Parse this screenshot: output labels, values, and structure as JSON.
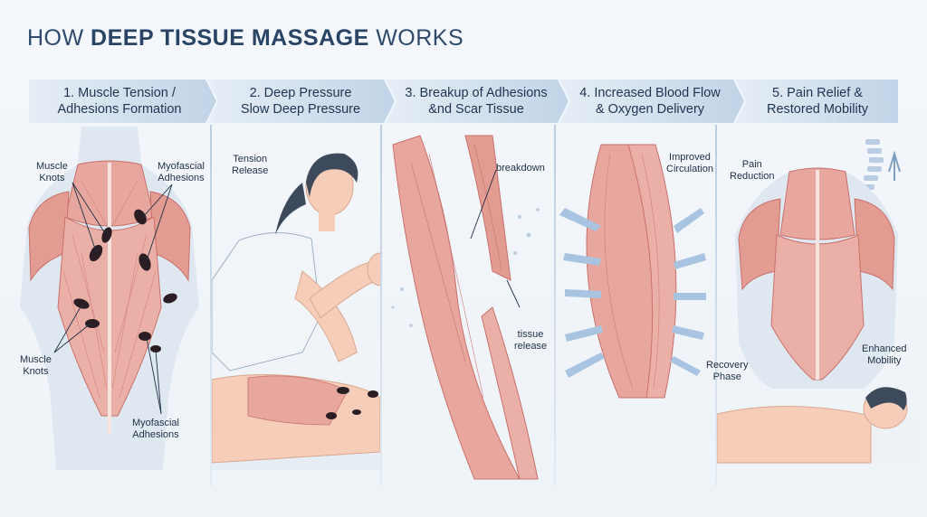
{
  "title": {
    "prefix": "HOW ",
    "bold": "DEEP TISSUE MASSAGE",
    "suffix": " WORKS"
  },
  "steps": [
    {
      "label": "1. Muscle Tension /\nAdhesions Formation"
    },
    {
      "label": "2. Deep Pressure\nSlow Deep Pressure"
    },
    {
      "label": "3. Breakup of Adhesions\n&nd Scar Tissue"
    },
    {
      "label": "4. Increased Blood Flow\n& Oxygen Delivery"
    },
    {
      "label": "5. Pain Relief &\nRestored Mobility"
    }
  ],
  "panel1": {
    "labels": [
      "Muscle\nKnots",
      "Myofascial\nAdhesions",
      "Muscle\nKnots",
      "Myofascial\nAdhesions"
    ]
  },
  "panel2": {
    "labels": [
      "Tension\nRelease"
    ]
  },
  "panel3": {
    "labels": [
      "breakdown",
      "tissue\nrelease"
    ]
  },
  "panel4": {
    "labels": [
      "Improved\nCirculation"
    ]
  },
  "panel5": {
    "labels": [
      "Pain\nReduction",
      "Recovery\nPhase",
      "Enhanced\nMobility"
    ]
  },
  "colors": {
    "banner_light": "#dfe9f3",
    "banner_dark": "#b9cde2",
    "muscle": "#e8a79e",
    "muscle_dark": "#c9706a",
    "skin": "#f5cdb8",
    "knot": "#2a1e24",
    "arrow": "#a9c4e0",
    "uniform": "#f2f5f8",
    "hair": "#3c4a5c"
  }
}
